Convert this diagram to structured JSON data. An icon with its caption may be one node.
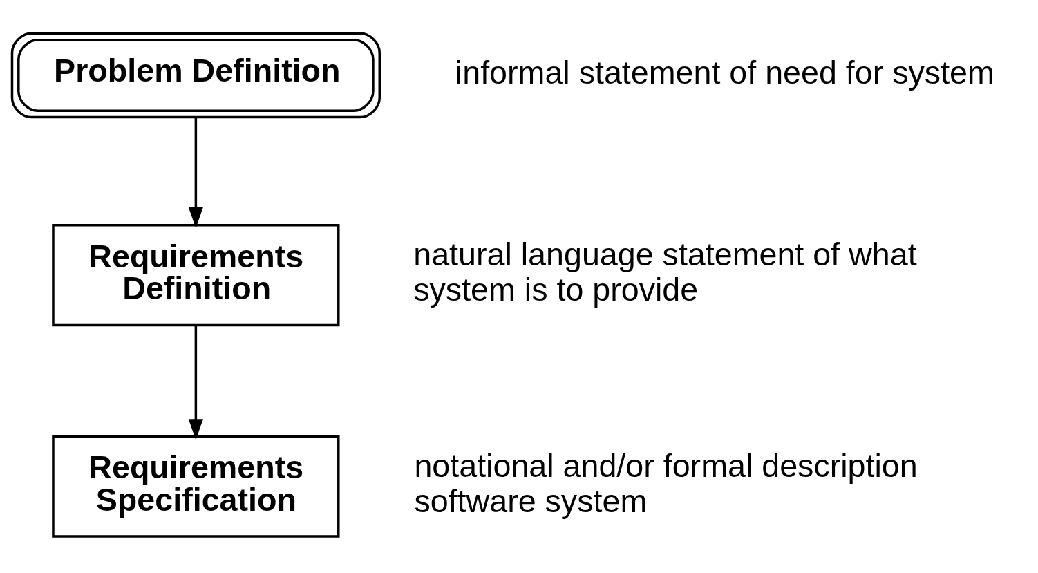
{
  "diagram": {
    "nodes": [
      {
        "text": [
          "Problem Definition"
        ],
        "beside": [
          "informal statement of need for system"
        ]
      },
      {
        "text": [
          "Requirements Definition"
        ],
        "beside": [
          "natural language statement of what system is to provide"
        ]
      },
      {
        "text": [
          "Requirements Specification"
        ],
        "beside": [
          "notational and/or formal description software system"
        ]
      }
    ],
    "edges": [
      {
        "from": 0,
        "to": 1,
        "arrow": "to"
      },
      {
        "from": 1,
        "to": 2,
        "arrow": "to"
      }
    ]
  }
}
